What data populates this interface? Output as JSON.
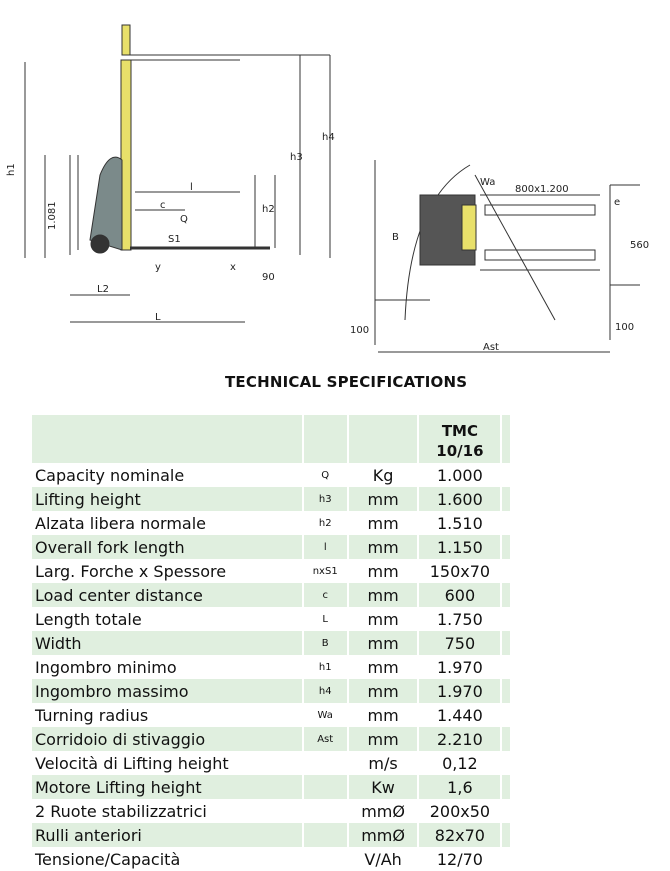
{
  "diagram": {
    "side_labels": [
      "h1",
      "1.081",
      "h3",
      "h4",
      "h2",
      "l",
      "c",
      "Q",
      "S1",
      "y",
      "x",
      "90",
      "L2",
      "L"
    ],
    "top_labels": [
      "Wa",
      "800x1.200",
      "B",
      "560",
      "e",
      "100",
      "100",
      "Ast"
    ]
  },
  "title": "TECHNICAL SPECIFICATIONS",
  "table": {
    "header": "TMC\n10/16",
    "header_l1": "TMC",
    "header_l2": "10/16",
    "rows": [
      {
        "label": "Capacity nominale",
        "sym": "Q",
        "unit": "Kg",
        "value": "1.000"
      },
      {
        "label": "Lifting height",
        "sym": "h3",
        "unit": "mm",
        "value": "1.600"
      },
      {
        "label": "Alzata libera normale",
        "sym": "h2",
        "unit": "mm",
        "value": "1.510"
      },
      {
        "label": "Overall fork length",
        "sym": "l",
        "unit": "mm",
        "value": "1.150"
      },
      {
        "label": "Larg. Forche x Spessore",
        "sym": "nxS1",
        "unit": "mm",
        "value": "150x70"
      },
      {
        "label": "Load center distance",
        "sym": "c",
        "unit": "mm",
        "value": "600"
      },
      {
        "label": "Length totale",
        "sym": "L",
        "unit": "mm",
        "value": "1.750"
      },
      {
        "label": "Width",
        "sym": "B",
        "unit": "mm",
        "value": "750"
      },
      {
        "label": "Ingombro minimo",
        "sym": "h1",
        "unit": "mm",
        "value": "1.970"
      },
      {
        "label": "Ingombro massimo",
        "sym": "h4",
        "unit": "mm",
        "value": "1.970"
      },
      {
        "label": "Turning radius",
        "sym": "Wa",
        "unit": "mm",
        "value": "1.440"
      },
      {
        "label": "Corridoio di stivaggio",
        "sym": "Ast",
        "unit": "mm",
        "value": "2.210"
      },
      {
        "label": "Velocità di Lifting height",
        "sym": "",
        "unit": "m/s",
        "value": "0,12"
      },
      {
        "label": "Motore Lifting height",
        "sym": "",
        "unit": "Kw",
        "value": "1,6"
      },
      {
        "label": "2 Ruote stabilizzatrici",
        "sym": "",
        "unit": "mmØ",
        "value": "200x50"
      },
      {
        "label": "Rulli anteriori",
        "sym": "",
        "unit": "mmØ",
        "value": "82x70"
      },
      {
        "label": "Tensione/Capacità",
        "sym": "",
        "unit": "V/Ah",
        "value": "12/70"
      }
    ]
  }
}
